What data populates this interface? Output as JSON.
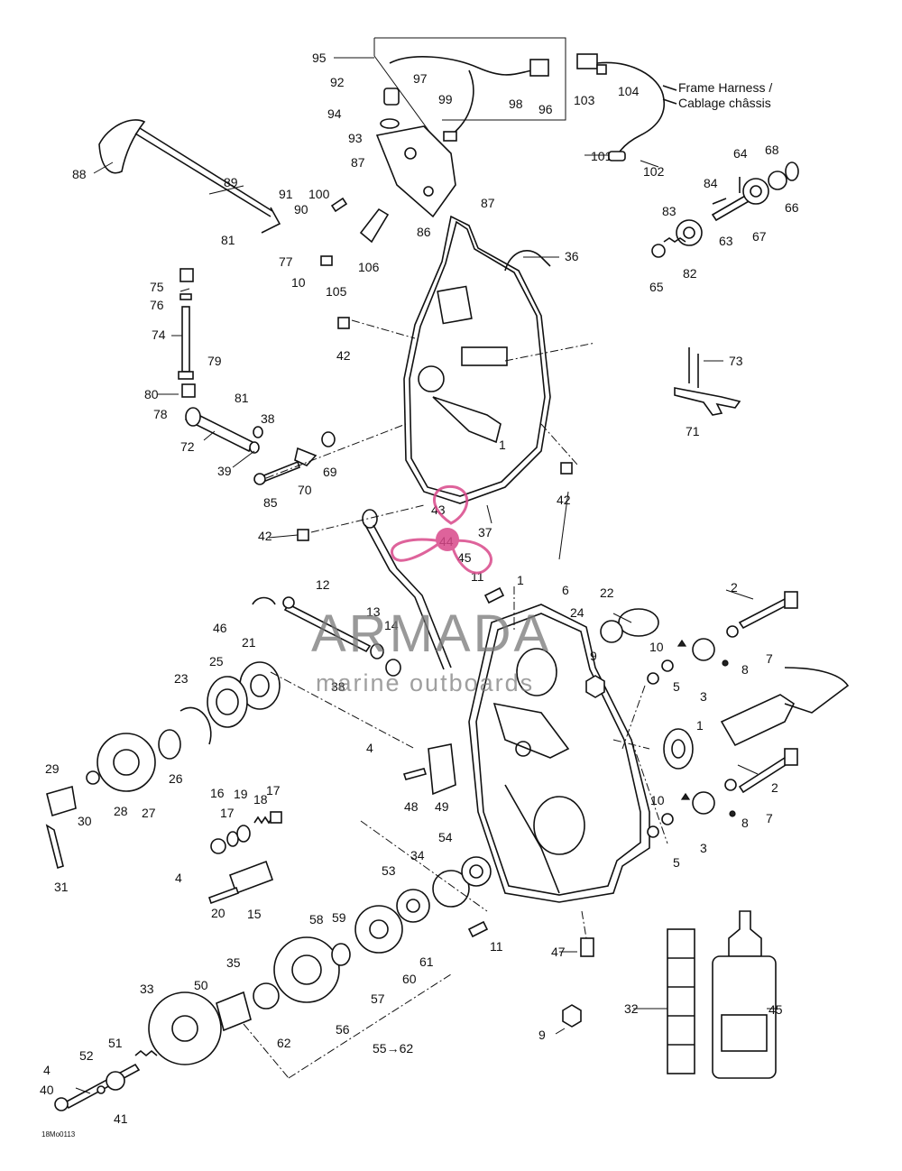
{
  "diagram": {
    "part_labels": [
      "1",
      "2",
      "3",
      "4",
      "5",
      "6",
      "7",
      "8",
      "9",
      "10",
      "11",
      "12",
      "13",
      "14",
      "15",
      "16",
      "17",
      "18",
      "19",
      "20",
      "21",
      "22",
      "23",
      "24",
      "25",
      "26",
      "27",
      "28",
      "29",
      "30",
      "31",
      "32",
      "33",
      "34",
      "35",
      "36",
      "37",
      "38",
      "39",
      "40",
      "41",
      "42",
      "43",
      "44",
      "45",
      "46",
      "47",
      "48",
      "49",
      "50",
      "51",
      "52",
      "53",
      "54",
      "55→62",
      "56",
      "57",
      "58",
      "59",
      "60",
      "61",
      "62",
      "63",
      "64",
      "65",
      "66",
      "67",
      "68",
      "69",
      "70",
      "71",
      "72",
      "73",
      "74",
      "75",
      "76",
      "77",
      "78",
      "79",
      "80",
      "81",
      "82",
      "83",
      "84",
      "85",
      "86",
      "87",
      "88",
      "89",
      "90",
      "91",
      "92",
      "93",
      "94",
      "95",
      "96",
      "97",
      "98",
      "99",
      "100",
      "101",
      "102",
      "103",
      "104",
      "105",
      "106"
    ],
    "harness_label_line1": "Frame Harness /",
    "harness_label_line2": "Cablage châssis",
    "figure_code": "18Mo0113"
  },
  "watermark": {
    "brand": "ARMADA",
    "tagline": "marine outboards",
    "logo_color": "#d9488a",
    "text_color": "#7a7a7a"
  }
}
